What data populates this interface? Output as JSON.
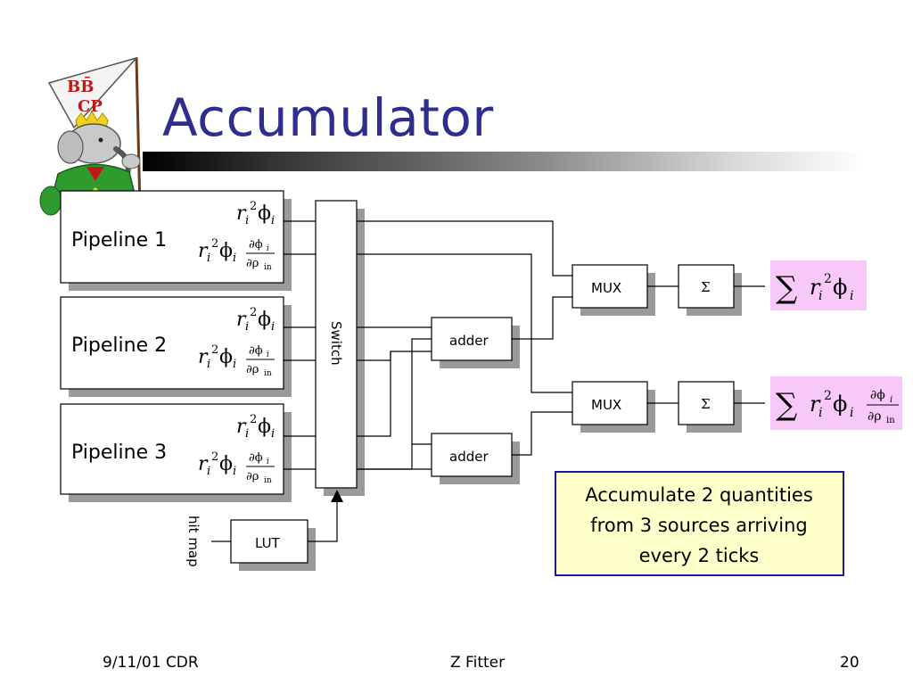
{
  "slide": {
    "title": "Accumulator",
    "footer": {
      "date": "9/11/01 CDR",
      "center": "Z Fitter",
      "page": "20"
    }
  },
  "logo": {
    "flag_text_top": "BB̄",
    "flag_text_bottom": "CP",
    "description_icon": "babar-elephant-logo"
  },
  "diagram": {
    "pipelines": [
      {
        "label": "Pipeline 1"
      },
      {
        "label": "Pipeline 2"
      },
      {
        "label": "Pipeline 3"
      }
    ],
    "switch_label": "Switch",
    "adder_label": "adder",
    "mux_label": "MUX",
    "sigma_label": "Σ",
    "lut_label": "LUT",
    "hit_map_label": "hit map",
    "math": {
      "r": "r",
      "i": "i",
      "sq": "2",
      "phi": "ϕ",
      "dphi": "∂ϕ",
      "drho": "∂ρ",
      "in": "in",
      "sum": "∑"
    },
    "note": {
      "line1": "Accumulate 2 quantities",
      "line2": "from 3 sources arriving",
      "line3": "every 2 ticks"
    },
    "colors": {
      "output_box": "#f8c8f8",
      "note_fill": "#ffffcc",
      "note_border": "#1a1a9a",
      "title": "#2e2e8f",
      "shadow": "#9a9a9a"
    }
  }
}
